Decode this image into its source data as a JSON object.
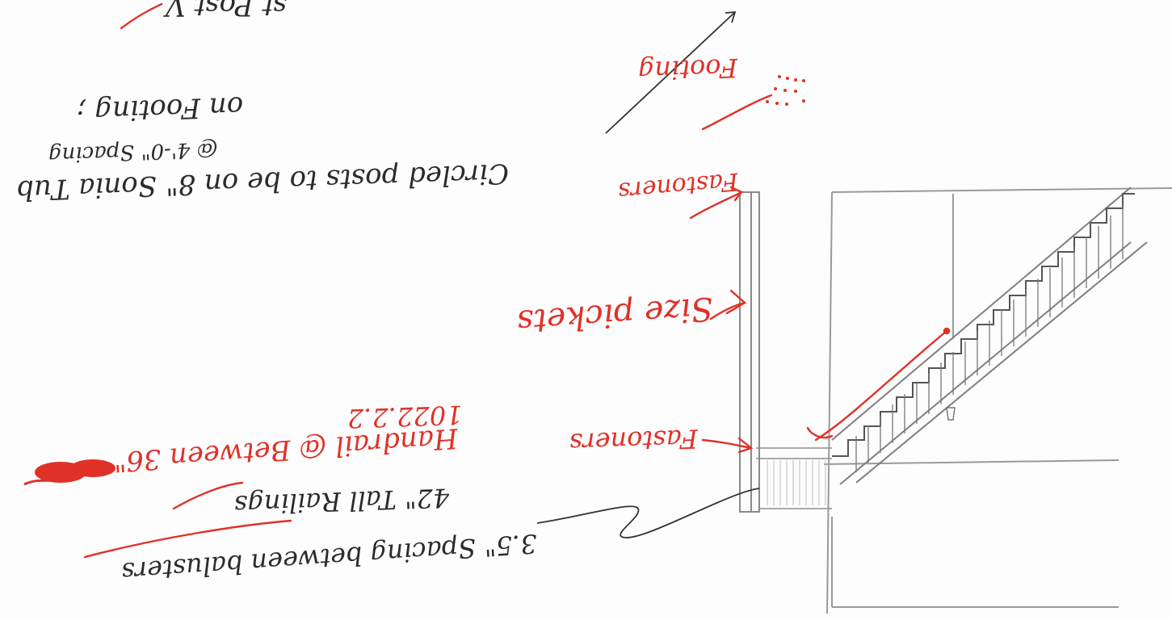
{
  "notes": {
    "top_fragment": "st Post V",
    "on_footing": "on Footing ;",
    "circled_posts": "Circled posts to be on 8\" Sonia Tub",
    "posts_spacing": "@ 4'-0\" Spacing",
    "footing": "Footing",
    "fasteners_top": "Fastoners",
    "size_pickets": "Size pickets",
    "code_ref": "1022.2.2",
    "handrail": "Handrail @ Between 36\"",
    "fasteners_bottom": "Fastoners",
    "railings": "42\" Tall Railings",
    "spacing": "3.5\" Spacing between balusters"
  },
  "colors": {
    "pencil": "#2b2b2b",
    "markup": "#e03127",
    "line": "#8f8f8f"
  }
}
